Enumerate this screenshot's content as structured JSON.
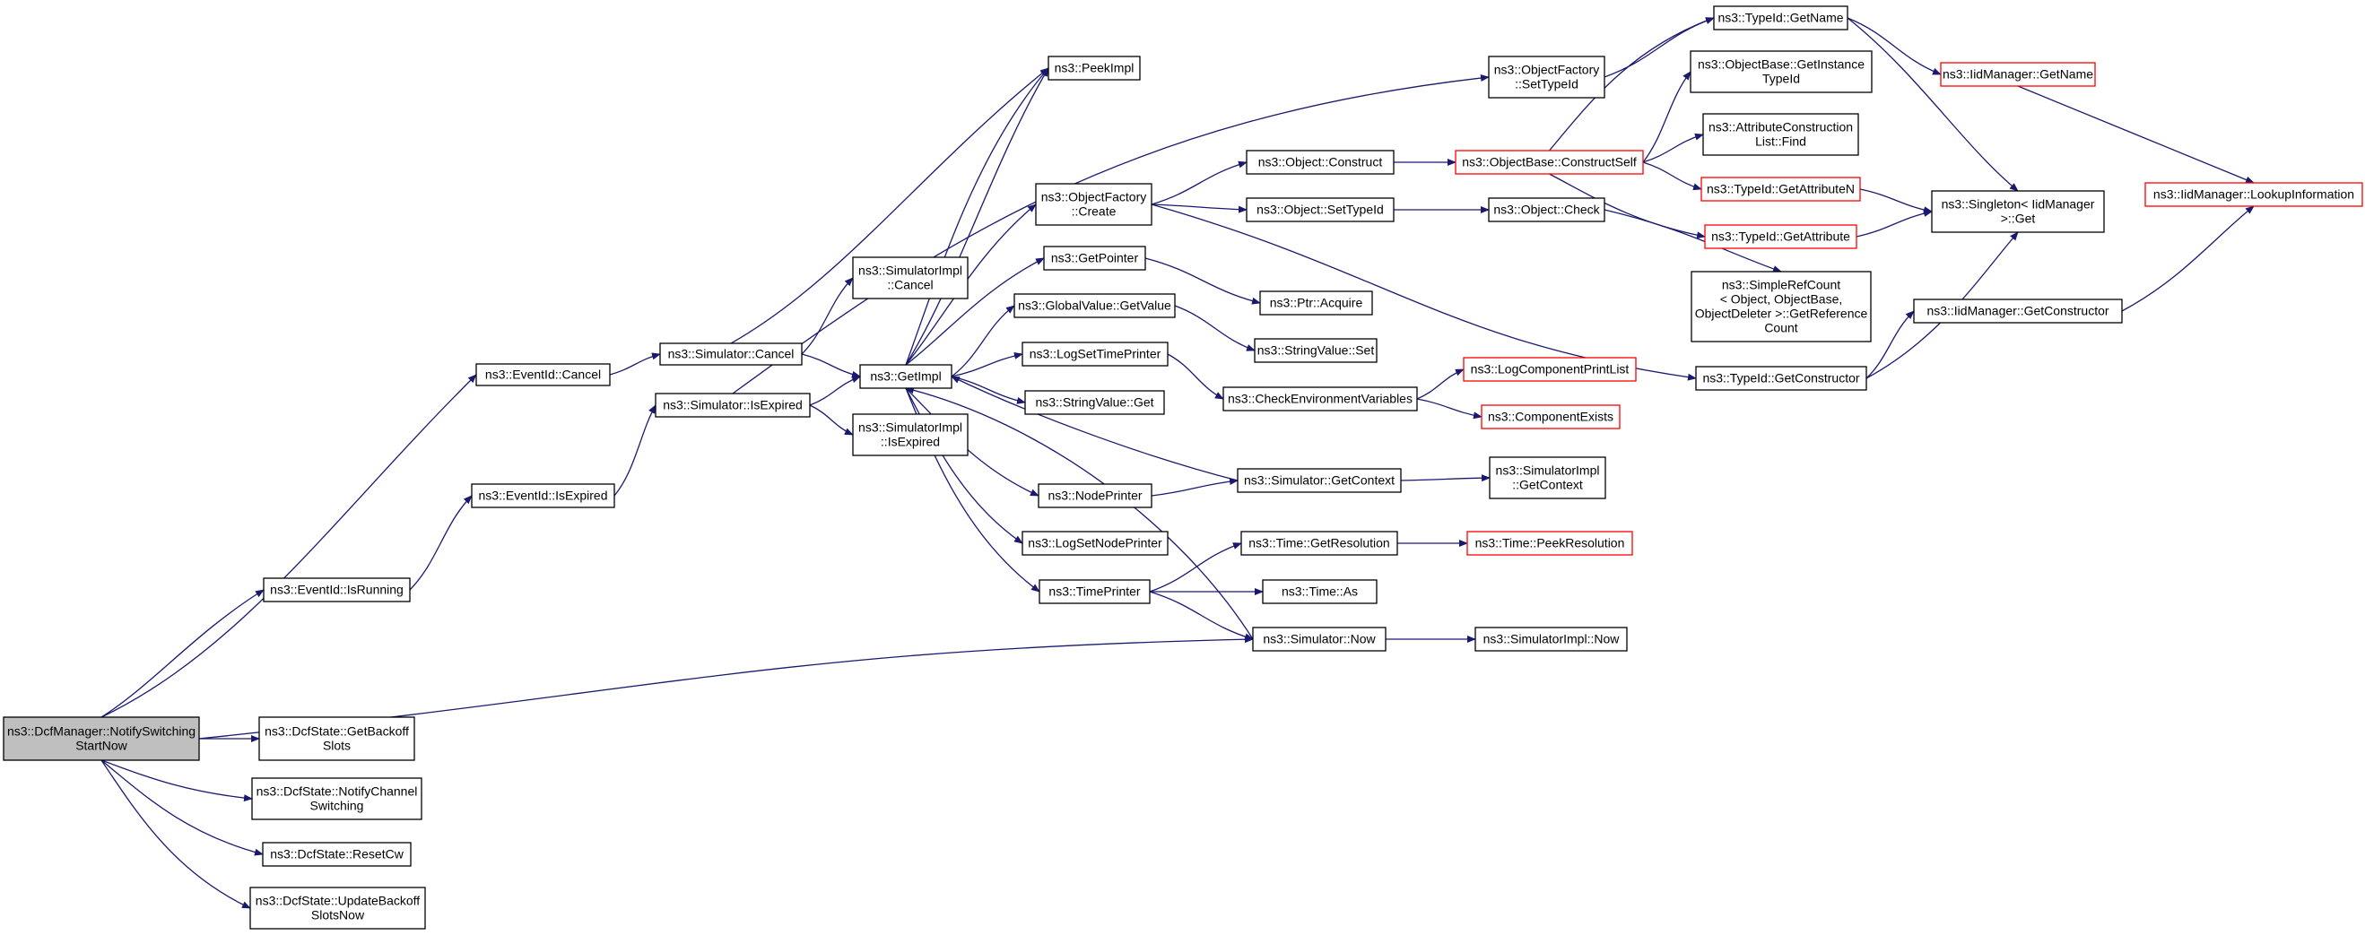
{
  "colors": {
    "edge": "#191970",
    "box_border_normal": "#000000",
    "box_border_truncated": "#ff0000",
    "box_fill": "#ffffff",
    "root_fill": "#bfbfbf"
  },
  "nodes": [
    {
      "id": "root",
      "lines": [
        "ns3::DcfManager::NotifySwitching",
        "StartNow"
      ],
      "kind": "root"
    },
    {
      "id": "eventid_cancel",
      "lines": [
        "ns3::EventId::Cancel"
      ],
      "kind": "normal"
    },
    {
      "id": "eventid_isexpired",
      "lines": [
        "ns3::EventId::IsExpired"
      ],
      "kind": "normal"
    },
    {
      "id": "eventid_isrunning",
      "lines": [
        "ns3::EventId::IsRunning"
      ],
      "kind": "normal"
    },
    {
      "id": "dcf_getbackoff",
      "lines": [
        "ns3::DcfState::GetBackoff",
        "Slots"
      ],
      "kind": "normal"
    },
    {
      "id": "dcf_notifychannel",
      "lines": [
        "ns3::DcfState::NotifyChannel",
        "Switching"
      ],
      "kind": "normal"
    },
    {
      "id": "dcf_resetcw",
      "lines": [
        "ns3::DcfState::ResetCw"
      ],
      "kind": "normal"
    },
    {
      "id": "dcf_updatebackoff",
      "lines": [
        "ns3::DcfState::UpdateBackoff",
        "SlotsNow"
      ],
      "kind": "normal"
    },
    {
      "id": "sim_cancel",
      "lines": [
        "ns3::Simulator::Cancel"
      ],
      "kind": "normal"
    },
    {
      "id": "sim_isexpired",
      "lines": [
        "ns3::Simulator::IsExpired"
      ],
      "kind": "normal"
    },
    {
      "id": "simimpl_cancel",
      "lines": [
        "ns3::SimulatorImpl",
        "::Cancel"
      ],
      "kind": "normal"
    },
    {
      "id": "simimpl_isexpired",
      "lines": [
        "ns3::SimulatorImpl",
        "::IsExpired"
      ],
      "kind": "normal"
    },
    {
      "id": "getimpl",
      "lines": [
        "ns3::GetImpl"
      ],
      "kind": "normal"
    },
    {
      "id": "peekimpl",
      "lines": [
        "ns3::PeekImpl"
      ],
      "kind": "normal"
    },
    {
      "id": "objfactory_create",
      "lines": [
        "ns3::ObjectFactory",
        "::Create"
      ],
      "kind": "normal"
    },
    {
      "id": "getpointer",
      "lines": [
        "ns3::GetPointer"
      ],
      "kind": "normal"
    },
    {
      "id": "globalvalue_getvalue",
      "lines": [
        "ns3::GlobalValue::GetValue"
      ],
      "kind": "normal"
    },
    {
      "id": "logsettimeprinter",
      "lines": [
        "ns3::LogSetTimePrinter"
      ],
      "kind": "normal"
    },
    {
      "id": "stringvalue_get",
      "lines": [
        "ns3::StringValue::Get"
      ],
      "kind": "normal"
    },
    {
      "id": "nodeprinter",
      "lines": [
        "ns3::NodePrinter"
      ],
      "kind": "normal"
    },
    {
      "id": "logsetnodeprinter",
      "lines": [
        "ns3::LogSetNodePrinter"
      ],
      "kind": "normal"
    },
    {
      "id": "timeprinter",
      "lines": [
        "ns3::TimePrinter"
      ],
      "kind": "normal"
    },
    {
      "id": "objfactory_settypeid",
      "lines": [
        "ns3::ObjectFactory",
        "::SetTypeId"
      ],
      "kind": "normal"
    },
    {
      "id": "object_construct",
      "lines": [
        "ns3::Object::Construct"
      ],
      "kind": "normal"
    },
    {
      "id": "object_settypeid",
      "lines": [
        "ns3::Object::SetTypeId"
      ],
      "kind": "normal"
    },
    {
      "id": "ptr_acquire",
      "lines": [
        "ns3::Ptr::Acquire"
      ],
      "kind": "normal"
    },
    {
      "id": "stringvalue_set",
      "lines": [
        "ns3::StringValue::Set"
      ],
      "kind": "normal"
    },
    {
      "id": "checkenv",
      "lines": [
        "ns3::CheckEnvironmentVariables"
      ],
      "kind": "normal"
    },
    {
      "id": "sim_getcontext",
      "lines": [
        "ns3::Simulator::GetContext"
      ],
      "kind": "normal"
    },
    {
      "id": "time_getresolution",
      "lines": [
        "ns3::Time::GetResolution"
      ],
      "kind": "normal"
    },
    {
      "id": "time_as",
      "lines": [
        "ns3::Time::As"
      ],
      "kind": "normal"
    },
    {
      "id": "sim_now",
      "lines": [
        "ns3::Simulator::Now"
      ],
      "kind": "normal"
    },
    {
      "id": "objbase_constructself",
      "lines": [
        "ns3::ObjectBase::ConstructSelf"
      ],
      "kind": "truncated"
    },
    {
      "id": "object_check",
      "lines": [
        "ns3::Object::Check"
      ],
      "kind": "normal"
    },
    {
      "id": "logcomponentprintlist",
      "lines": [
        "ns3::LogComponentPrintList"
      ],
      "kind": "truncated"
    },
    {
      "id": "componentexists",
      "lines": [
        "ns3::ComponentExists"
      ],
      "kind": "truncated"
    },
    {
      "id": "simimpl_getcontext",
      "lines": [
        "ns3::SimulatorImpl",
        "::GetContext"
      ],
      "kind": "normal"
    },
    {
      "id": "time_peekresolution",
      "lines": [
        "ns3::Time::PeekResolution"
      ],
      "kind": "truncated"
    },
    {
      "id": "simimpl_now",
      "lines": [
        "ns3::SimulatorImpl::Now"
      ],
      "kind": "normal"
    },
    {
      "id": "typeid_getname",
      "lines": [
        "ns3::TypeId::GetName"
      ],
      "kind": "normal"
    },
    {
      "id": "objbase_getinstance",
      "lines": [
        "ns3::ObjectBase::GetInstance",
        "TypeId"
      ],
      "kind": "normal"
    },
    {
      "id": "attrconstruction_find",
      "lines": [
        "ns3::AttributeConstruction",
        "List::Find"
      ],
      "kind": "normal"
    },
    {
      "id": "typeid_getattributen",
      "lines": [
        "ns3::TypeId::GetAttributeN"
      ],
      "kind": "truncated"
    },
    {
      "id": "typeid_getattribute",
      "lines": [
        "ns3::TypeId::GetAttribute"
      ],
      "kind": "truncated"
    },
    {
      "id": "simplerefcount",
      "lines": [
        "ns3::SimpleRefCount",
        "< Object, ObjectBase,",
        "ObjectDeleter >::GetReference",
        "Count"
      ],
      "kind": "normal"
    },
    {
      "id": "typeid_getconstructor",
      "lines": [
        "ns3::TypeId::GetConstructor"
      ],
      "kind": "normal"
    },
    {
      "id": "iidmanager_getname",
      "lines": [
        "ns3::IidManager::GetName"
      ],
      "kind": "truncated"
    },
    {
      "id": "singleton_get",
      "lines": [
        "ns3::Singleton< IidManager",
        ">::Get"
      ],
      "kind": "normal"
    },
    {
      "id": "iidmanager_getconstructor",
      "lines": [
        "ns3::IidManager::GetConstructor"
      ],
      "kind": "normal"
    },
    {
      "id": "iidmanager_lookup",
      "lines": [
        "ns3::IidManager::LookupInformation"
      ],
      "kind": "truncated"
    }
  ]
}
